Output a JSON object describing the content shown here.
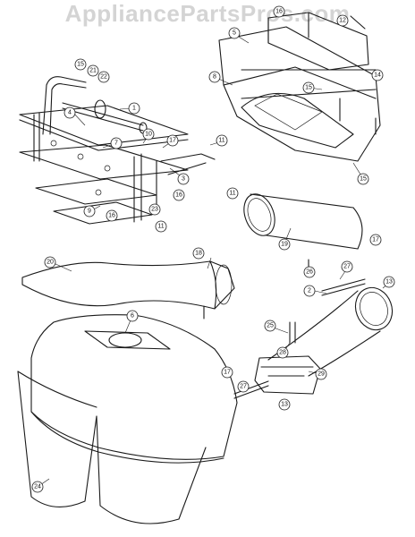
{
  "watermark": "AppliancePartsPros.com",
  "callouts": [
    "1",
    "2",
    "3",
    "4",
    "5",
    "6",
    "7",
    "8",
    "9",
    "10",
    "11",
    "12",
    "13",
    "14",
    "15",
    "16",
    "17",
    "18",
    "19",
    "20",
    "21",
    "22",
    "23",
    "24",
    "25",
    "26",
    "27",
    "28",
    "29"
  ]
}
